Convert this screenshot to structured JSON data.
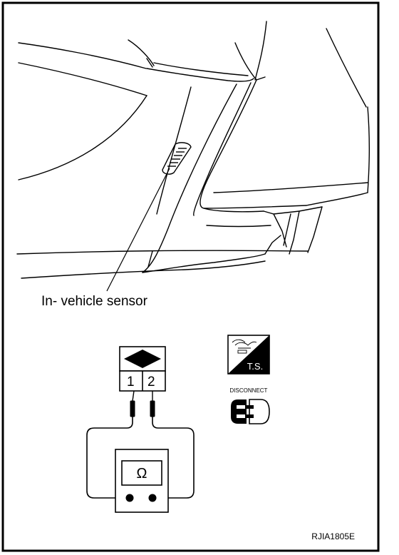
{
  "diagram": {
    "callout_label": "In- vehicle sensor",
    "connector_pins": [
      "1",
      "2"
    ],
    "ohmmeter_symbol": "Ω",
    "ts_label": "T.S.",
    "disconnect_label": "DISCONNECT",
    "figure_ref": "RJIA1805E",
    "icons": {
      "ignition_off": "ignition-switch-off-icon",
      "disconnect": "disconnect-connector-icon"
    }
  }
}
